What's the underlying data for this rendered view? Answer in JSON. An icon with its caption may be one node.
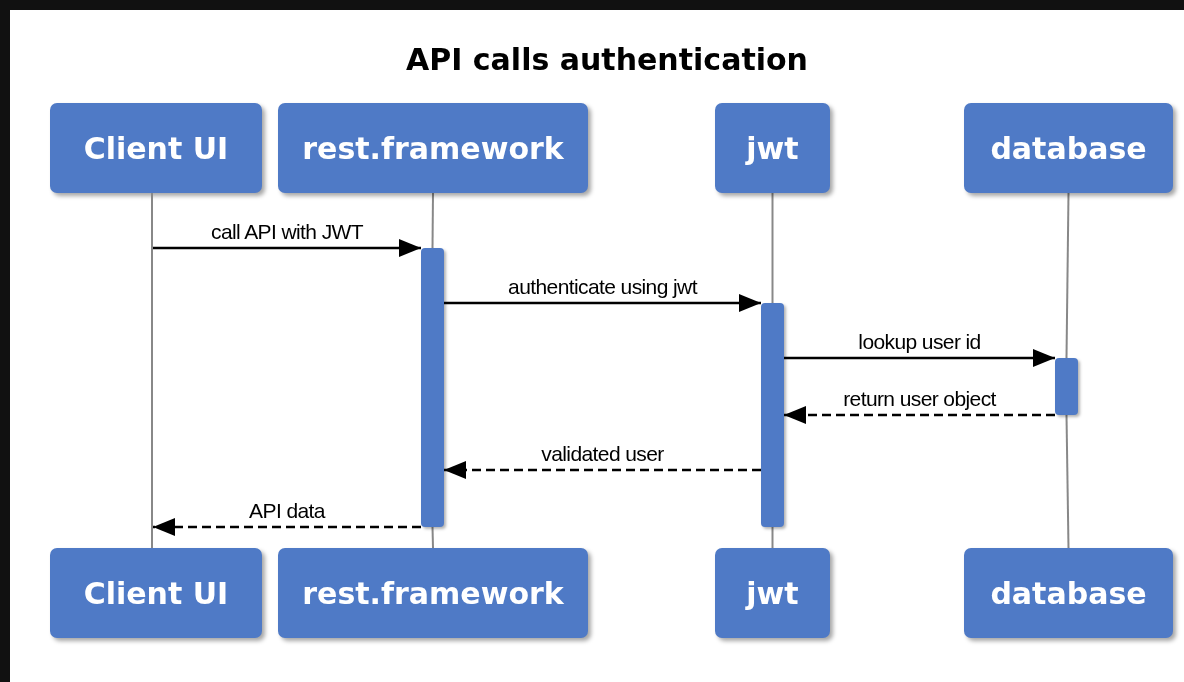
{
  "diagram": {
    "title": "API calls authentication",
    "nodes": [
      {
        "text": [
          "Client UI"
        ]
      },
      {
        "text": [
          "rest.framework"
        ]
      },
      {
        "text": [
          "jwt"
        ]
      },
      {
        "text": [
          "database"
        ]
      },
      {
        "text": [
          "Client UI"
        ]
      },
      {
        "text": [
          "rest.framework"
        ]
      },
      {
        "text": [
          "jwt"
        ]
      },
      {
        "text": [
          "database"
        ]
      },
      {
        "text": [],
        "shape": "bar"
      },
      {
        "text": [],
        "shape": "bar"
      },
      {
        "text": [],
        "shape": "bar"
      },
      {
        "text": [],
        "shape": "line"
      }
    ],
    "edges": [
      {
        "from": 1,
        "to": 8,
        "arrow": "none",
        "color": "#888888"
      },
      {
        "from": 8,
        "to": 5,
        "arrow": "none",
        "color": "#888888"
      },
      {
        "from": 2,
        "to": 9,
        "arrow": "none",
        "color": "#888888"
      },
      {
        "from": 9,
        "to": 6,
        "arrow": "none",
        "color": "#888888"
      },
      {
        "from": 3,
        "to": 10,
        "arrow": "none",
        "color": "#888888"
      },
      {
        "from": 10,
        "to": 7,
        "arrow": "none",
        "color": "#888888"
      },
      {
        "from": 11,
        "to": 8,
        "arrow": "to",
        "label": "call API with JWT",
        "color": "#000000"
      },
      {
        "from": 8,
        "to": 9,
        "arrow": "to",
        "label": "authenticate using jwt",
        "color": "#000000"
      },
      {
        "from": 9,
        "to": 10,
        "arrow": "to",
        "label": "lookup user id",
        "color": "#000000"
      },
      {
        "from": 10,
        "to": 9,
        "arrow": "to",
        "label": "return user object",
        "style": "dashed",
        "color": "#000000"
      },
      {
        "from": 9,
        "to": 8,
        "arrow": "to",
        "label": "validated user",
        "style": "dashed",
        "color": "#000000"
      },
      {
        "from": 8,
        "to": 11,
        "arrow": "to",
        "label": "API data",
        "style": "dashed",
        "color": "#000000"
      }
    ]
  }
}
